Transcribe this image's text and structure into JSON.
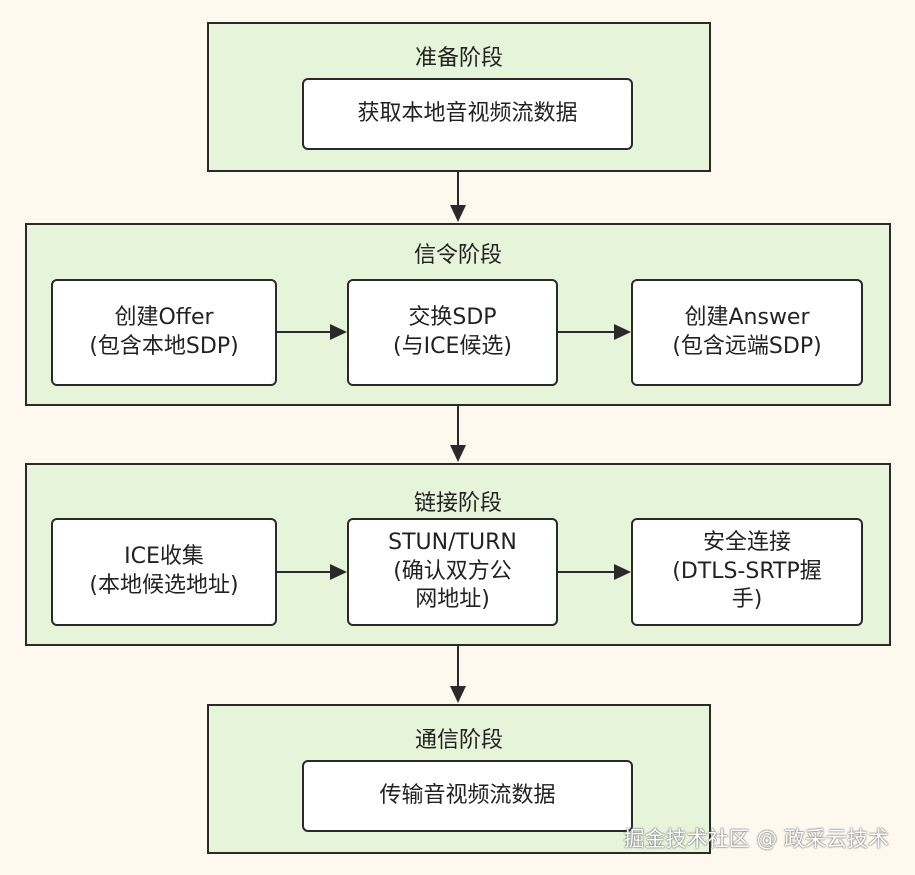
{
  "stages": [
    {
      "title": "准备阶段",
      "nodes": [
        "获取本地音视频流数据"
      ]
    },
    {
      "title": "信令阶段",
      "nodes": [
        "创建Offer\n(包含本地SDP)",
        "交换SDP\n(与ICE候选)",
        "创建Answer\n(包含远端SDP)"
      ]
    },
    {
      "title": "链接阶段",
      "nodes": [
        "ICE收集\n(本地候选地址)",
        "STUN/TURN\n(确认双方公\n网地址)",
        "安全连接\n(DTLS-SRTP握\n手)"
      ]
    },
    {
      "title": "通信阶段",
      "nodes": [
        "传输音视频流数据"
      ]
    }
  ],
  "watermark": "掘金技术社区 @ 政采云技术"
}
